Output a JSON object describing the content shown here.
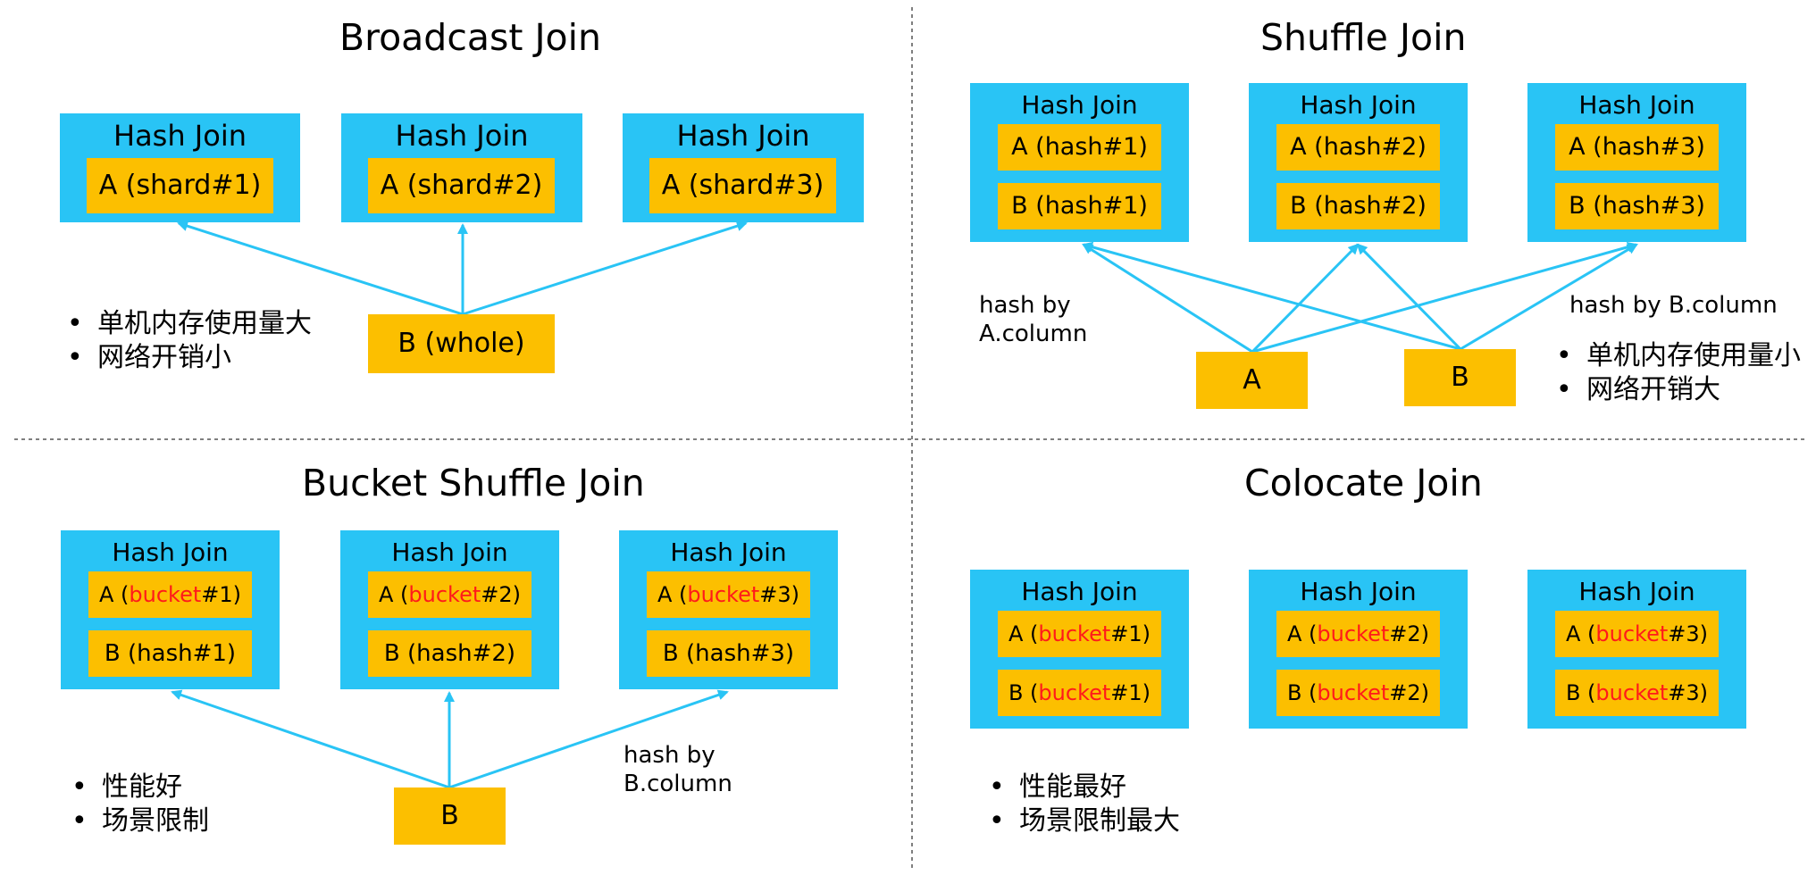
{
  "colors": {
    "hash_join_box": "#29c4f5",
    "data_box": "#fcbf00",
    "arrow": "#29c4f5",
    "highlight": "#ff1a1a",
    "divider": "#555555"
  },
  "broadcast": {
    "title": "Broadcast Join",
    "hash_join": [
      {
        "label": "Hash Join",
        "a": "A (shard#1)"
      },
      {
        "label": "Hash Join",
        "a": "A (shard#2)"
      },
      {
        "label": "Hash Join",
        "a": "A (shard#3)"
      }
    ],
    "b": "B (whole)",
    "bullets": [
      "单机内存使用量大",
      "网络开销小"
    ]
  },
  "shuffle": {
    "title": "Shuffle Join",
    "hash_join": [
      {
        "label": "Hash Join",
        "a": "A (hash#1)",
        "b": "B (hash#1)"
      },
      {
        "label": "Hash Join",
        "a": "A (hash#2)",
        "b": "B (hash#2)"
      },
      {
        "label": "Hash Join",
        "a": "A (hash#3)",
        "b": "B (hash#3)"
      }
    ],
    "a_source": "A",
    "b_source": "B",
    "note_left": [
      "hash by",
      "A.column"
    ],
    "note_right": "hash by B.column",
    "bullets": [
      "单机内存使用量小",
      "网络开销大"
    ]
  },
  "bucket_shuffle": {
    "title": "Bucket Shuffle Join",
    "hash_join": [
      {
        "label": "Hash Join",
        "a_pre": "A (",
        "a_red": "bucket",
        "a_post": "#1)",
        "b": "B (hash#1)"
      },
      {
        "label": "Hash Join",
        "a_pre": "A (",
        "a_red": "bucket",
        "a_post": "#2)",
        "b": "B (hash#2)"
      },
      {
        "label": "Hash Join",
        "a_pre": "A (",
        "a_red": "bucket",
        "a_post": "#3)",
        "b": "B (hash#3)"
      }
    ],
    "b_source": "B",
    "note": [
      "hash by",
      "B.column"
    ],
    "bullets": [
      "性能好",
      "场景限制"
    ]
  },
  "colocate": {
    "title": "Colocate Join",
    "hash_join": [
      {
        "label": "Hash Join",
        "a_pre": "A (",
        "a_red": "bucket",
        "a_post": "#1)",
        "b_pre": "B (",
        "b_red": "bucket",
        "b_post": "#1)"
      },
      {
        "label": "Hash Join",
        "a_pre": "A (",
        "a_red": "bucket",
        "a_post": "#2)",
        "b_pre": "B (",
        "b_red": "bucket",
        "b_post": "#2)"
      },
      {
        "label": "Hash Join",
        "a_pre": "A (",
        "a_red": "bucket",
        "a_post": "#3)",
        "b_pre": "B (",
        "b_red": "bucket",
        "b_post": "#3)"
      }
    ],
    "bullets": [
      "性能最好",
      "场景限制最大"
    ]
  },
  "bullet_char": "•"
}
